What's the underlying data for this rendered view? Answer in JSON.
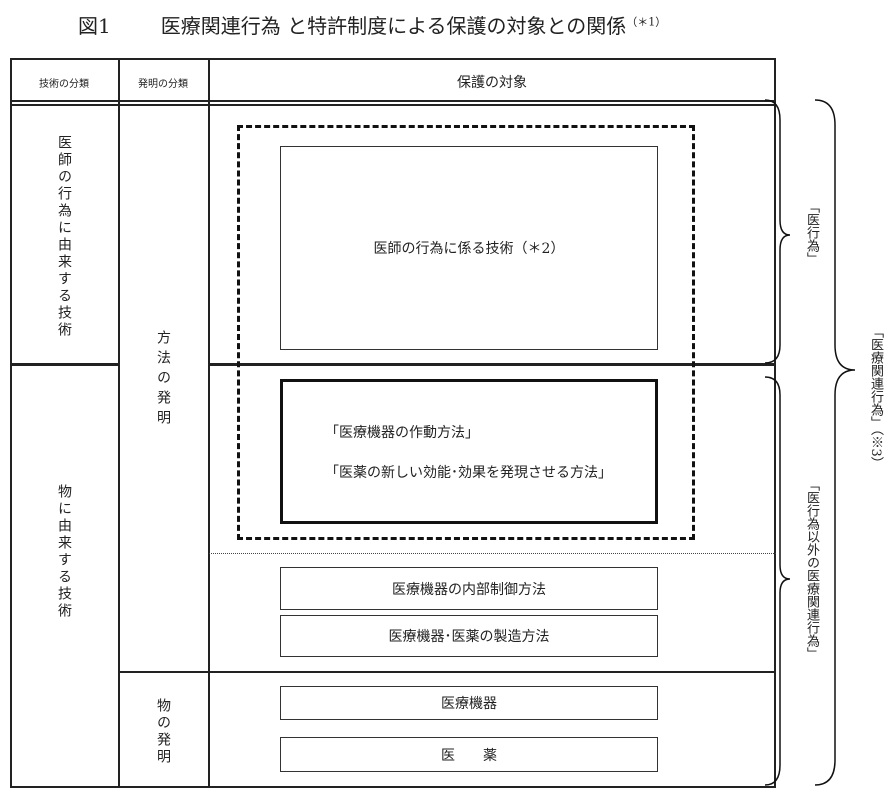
{
  "title": {
    "fig": "図1",
    "text": "医療関連行為 と特許制度による保護の対象との関係",
    "note": "（＊1）"
  },
  "header": {
    "tech": "技術の分類",
    "invention": "発明の分類",
    "target": "保護の対象"
  },
  "rows": {
    "tech_doctor": "医師の行為に由来する技術",
    "tech_thing": "物に由来する技術",
    "inv_method": "方法の発明",
    "inv_thing": "物の発明"
  },
  "boxes": {
    "doctor_tech": "医師の行為に係る技術（＊2）",
    "device_operation": "「医療機器の作動方法」",
    "drug_new_effect": "「医薬の新しい効能･効果を発現させる方法」",
    "device_internal": "医療機器の内部制御方法",
    "manufacturing": "医療機器･医薬の製造方法",
    "device": "医療機器",
    "drug": "医　　薬"
  },
  "braces": {
    "medical_act": "「医行為」",
    "non_medical_act": "「医行為以外の医療関連行為」",
    "medical_related": "「医療関連行為」（※3）"
  }
}
